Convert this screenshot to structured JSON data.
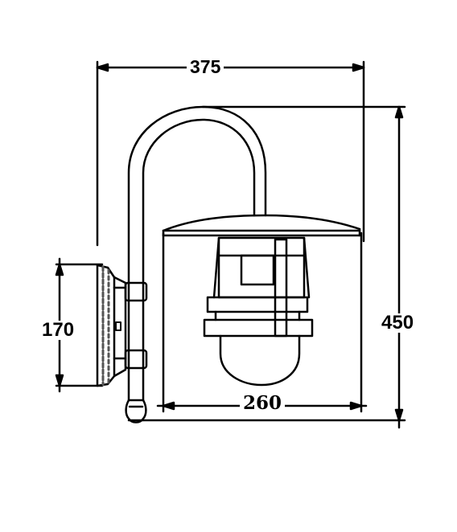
{
  "dimensions": {
    "overall_width": "375",
    "overall_height": "450",
    "mount_height": "170",
    "shade_width": "260"
  },
  "colors": {
    "line": "#000000",
    "shading": "#555555",
    "background": "#ffffff"
  }
}
